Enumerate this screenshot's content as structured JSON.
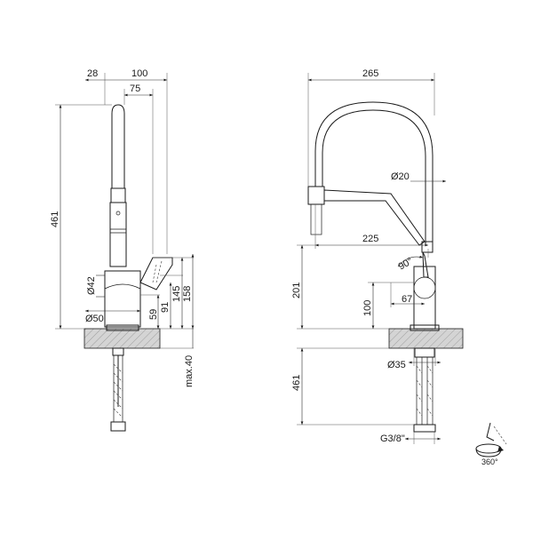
{
  "side_view": {
    "dim_top_left": "28",
    "dim_top_total": "100",
    "dim_top_inner": "75",
    "dim_height_total": "461",
    "dim_body_diameter": "Ø42",
    "dim_base_diameter": "Ø50",
    "dim_59": "59",
    "dim_91": "91",
    "dim_145": "145",
    "dim_158": "158",
    "dim_max40": "max.40"
  },
  "front_view": {
    "dim_width": "265",
    "dim_spout_diameter": "Ø20",
    "dim_reach": "225",
    "dim_angle": "90°",
    "dim_201": "201",
    "dim_100": "100",
    "dim_67": "67",
    "dim_hole_diameter": "Ø35",
    "dim_below_deck": "461",
    "dim_thread": "G3/8\""
  },
  "rotation_icon": {
    "label": "360°"
  },
  "colors": {
    "line": "#1a1a1a",
    "hatch_fill": "#c8c8c8"
  }
}
